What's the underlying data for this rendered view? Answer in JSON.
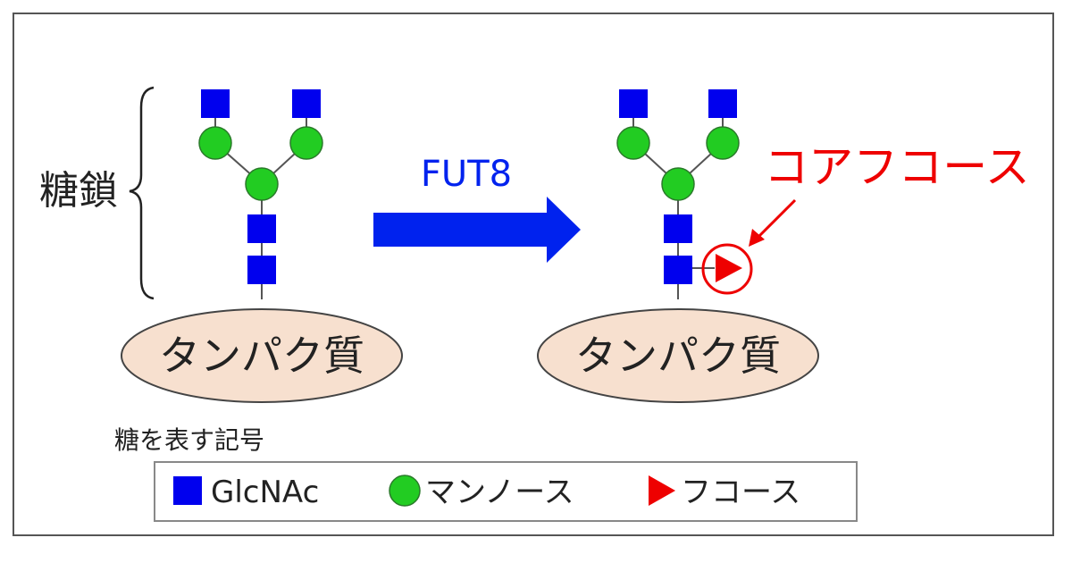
{
  "diagram": {
    "glycan_label": "糖鎖",
    "enzyme_label": "FUT8",
    "protein_label": "タンパク質",
    "core_fucose_label": "コアフコース",
    "legend_title": "糖を表す記号",
    "legend": [
      {
        "symbol": "square",
        "label": "GlcNAc"
      },
      {
        "symbol": "circle",
        "label": "マンノース"
      },
      {
        "symbol": "triangle",
        "label": "フコース"
      }
    ],
    "colors": {
      "glcnac": "#0000ee",
      "mannose": "#22cc22",
      "fucose": "#ee0000",
      "arrow": "#0022ee",
      "protein_fill": "#f7e0cf",
      "highlight": "#ee0000"
    }
  }
}
